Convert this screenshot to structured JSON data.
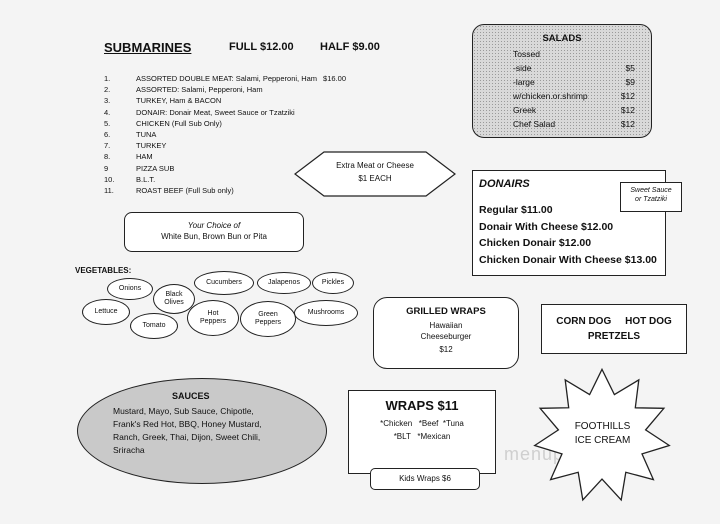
{
  "submarines": {
    "title": "SUBMARINES",
    "full": "FULL $12.00",
    "half": "HALF $9.00",
    "items": [
      {
        "num": "1.",
        "name": "ASSORTED DOUBLE MEAT: Salami, Pepperoni, Ham",
        "price": "$16.00"
      },
      {
        "num": "2.",
        "name": "ASSORTED: Salami, Pepperoni, Ham",
        "price": ""
      },
      {
        "num": "3.",
        "name": "TURKEY, Ham & BACON",
        "price": ""
      },
      {
        "num": "4.",
        "name": "DONAIR: Donair Meat, Sweet Sauce or Tzatziki",
        "price": ""
      },
      {
        "num": "5.",
        "name": "CHICKEN (Full Sub Only)",
        "price": ""
      },
      {
        "num": "6.",
        "name": "TUNA",
        "price": ""
      },
      {
        "num": "7.",
        "name": "TURKEY",
        "price": ""
      },
      {
        "num": "8.",
        "name": "HAM",
        "price": ""
      },
      {
        "num": "9",
        "name": "PIZZA SUB",
        "price": ""
      },
      {
        "num": "10.",
        "name": "B.L.T.",
        "price": ""
      },
      {
        "num": "11.",
        "name": "ROAST BEEF (Full Sub only)",
        "price": ""
      }
    ]
  },
  "extra_meat": {
    "line1": "Extra Meat or Cheese",
    "line2": "$1 EACH"
  },
  "bun_choice": {
    "line1": "Your Choice of",
    "line2": "White Bun, Brown Bun or Pita"
  },
  "salads": {
    "title": "SALADS",
    "header": "Tossed",
    "items": [
      {
        "name": "-side",
        "price": "$5"
      },
      {
        "name": "-large",
        "price": "$9"
      },
      {
        "name": "w/chicken.or.shrimp",
        "price": "$12"
      },
      {
        "name": "Greek",
        "price": "$12"
      },
      {
        "name": "Chef Salad",
        "price": "$12"
      }
    ]
  },
  "donairs": {
    "title": "DONAIRS",
    "sauce_line1": "Sweet Sauce",
    "sauce_line2": "or Tzatziki",
    "items": [
      "Regular  $11.00",
      "Donair With Cheese  $12.00",
      "Chicken Donair $12.00",
      "Chicken Donair With Cheese $13.00"
    ]
  },
  "vegetables": {
    "title": "VEGETABLES:",
    "items": [
      "Onions",
      "Black Olives",
      "Cucumbers",
      "Jalapenos",
      "Pickles",
      "Lettuce",
      "Tomato",
      "Hot Peppers",
      "Green Peppers",
      "Mushrooms"
    ]
  },
  "grilled_wraps": {
    "title": "GRILLED WRAPS",
    "line1": "Hawaiian",
    "line2": "Cheeseburger",
    "price": "$12"
  },
  "corn_dog": {
    "line1": "CORN DOG     HOT DOG",
    "line2": "PRETZELS"
  },
  "sauces": {
    "title": "SAUCES",
    "lines": [
      "Mustard, Mayo, Sub Sauce, Chipotle,",
      "Frank's Red Hot, BBQ, Honey Mustard,",
      "Ranch, Greek, Thai, Dijon, Sweet Chili,",
      "Sriracha"
    ]
  },
  "wraps": {
    "title": "WRAPS $11",
    "line1": "*Chicken   *Beef  *Tuna",
    "line2": "*BLT   *Mexican",
    "kids": "Kids Wraps $6"
  },
  "foothills": {
    "line1": "FOOTHILLS",
    "line2": "ICE CREAM"
  },
  "watermark": "menupix",
  "colors": {
    "background": "#f4f4f4",
    "ink": "#111111",
    "sauces_fill": "#c9c9c9",
    "salads_fill": "#d9d9d9"
  }
}
